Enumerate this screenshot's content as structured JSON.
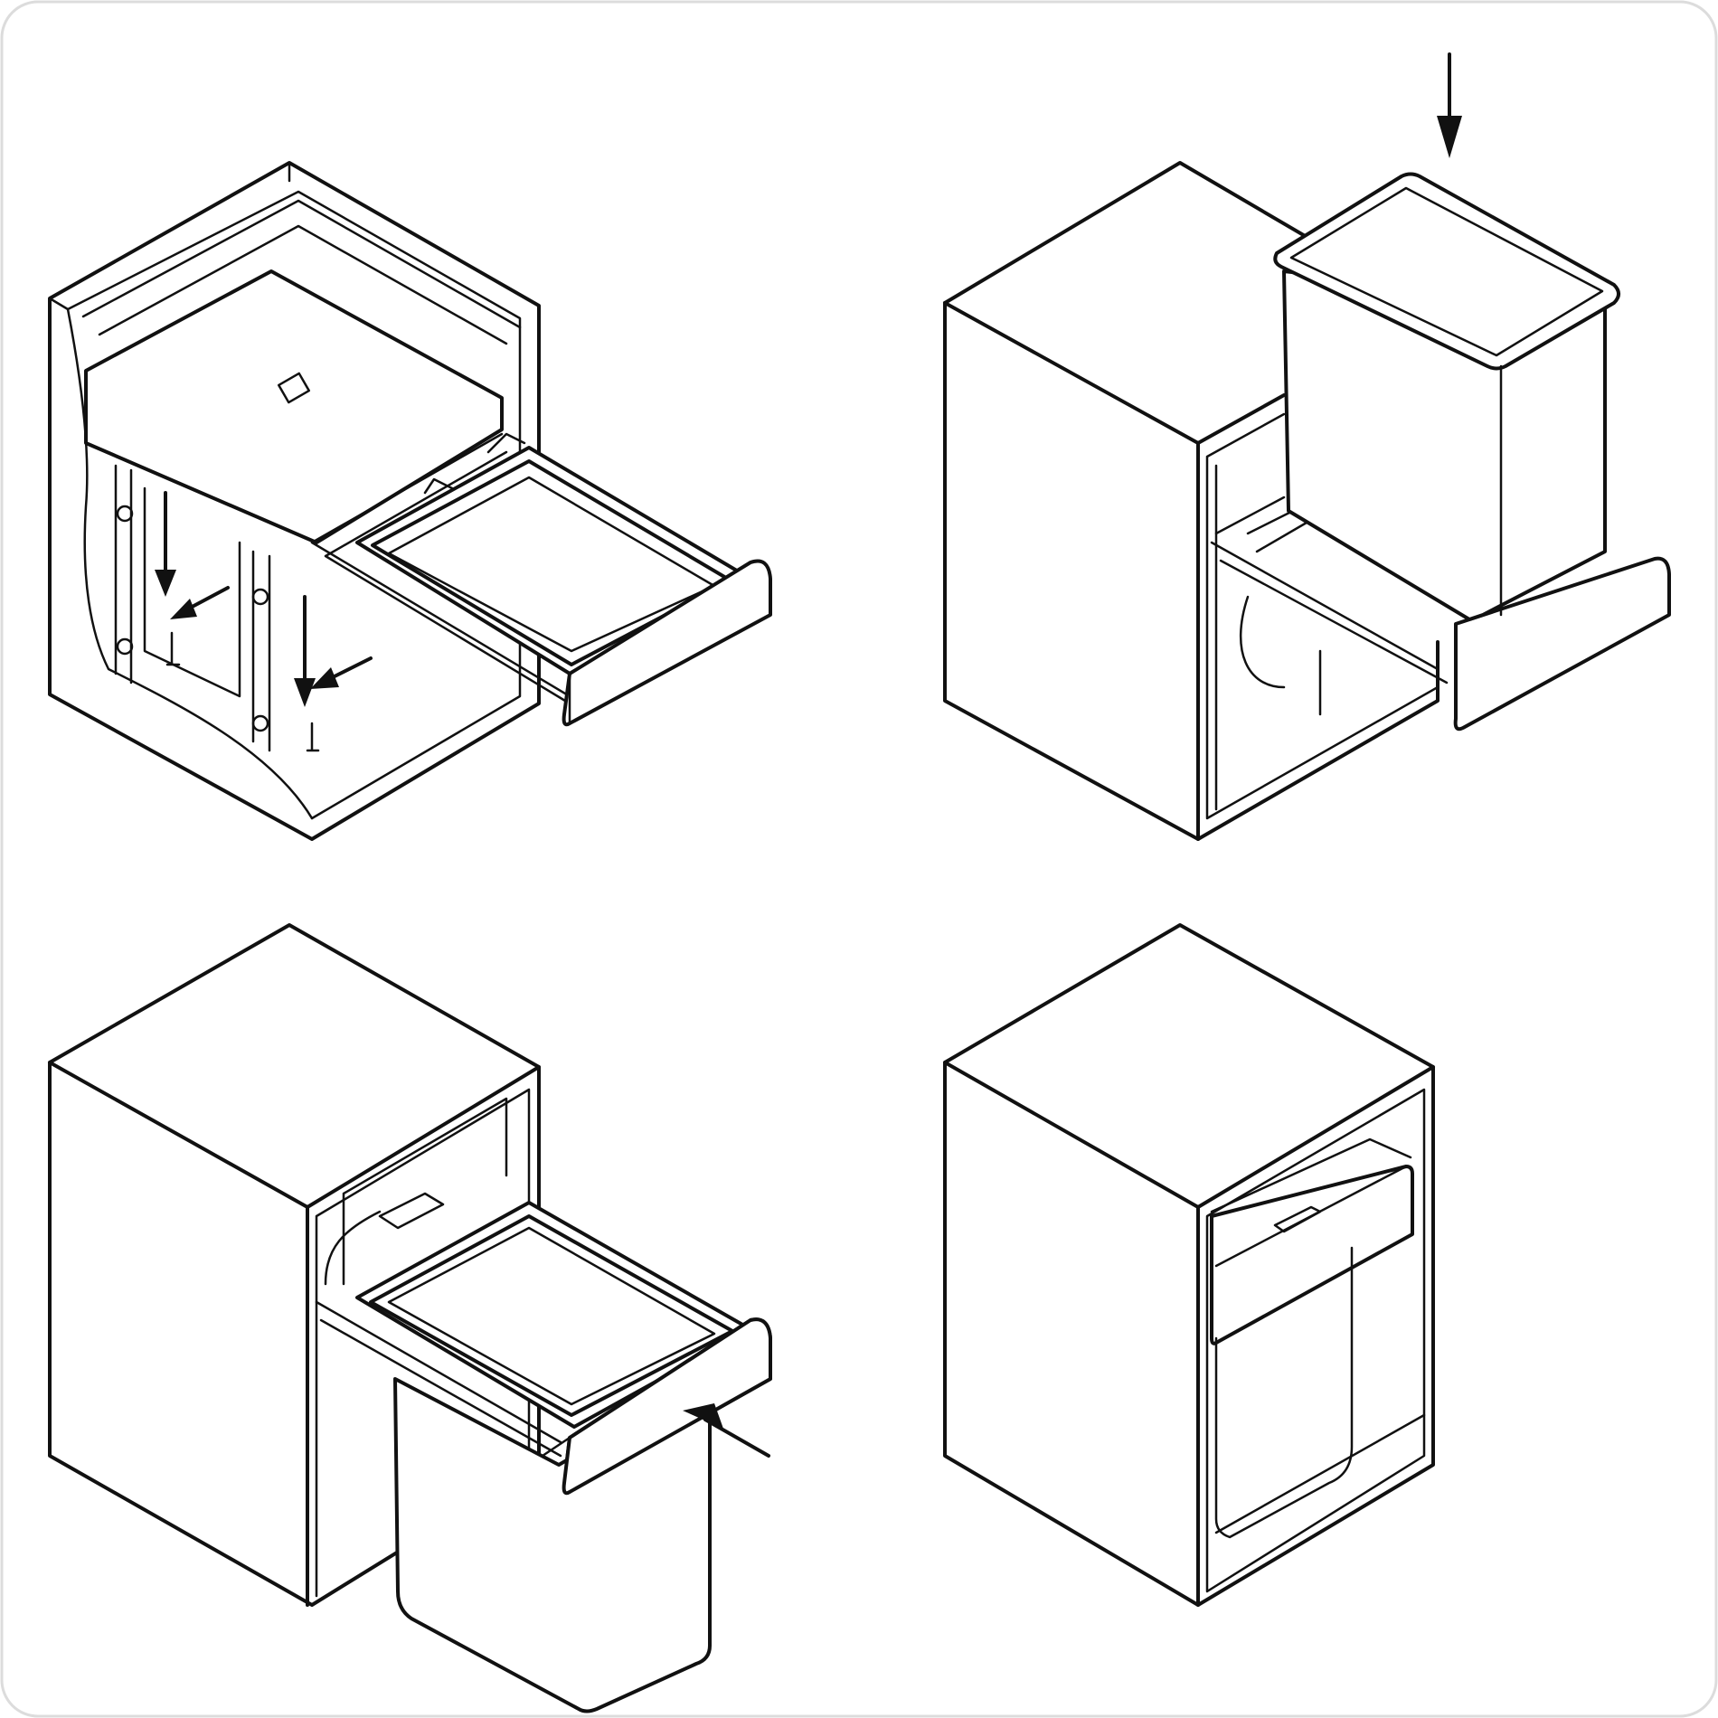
{
  "title": "",
  "steps": [
    {
      "id": 1,
      "description_visible": false
    },
    {
      "id": 2,
      "description_visible": false
    },
    {
      "id": 3,
      "description_visible": false
    },
    {
      "id": 4,
      "description_visible": false
    }
  ],
  "colors": {
    "line": "#111111",
    "background": "#ffffff",
    "frame": "#dcdcdc"
  }
}
